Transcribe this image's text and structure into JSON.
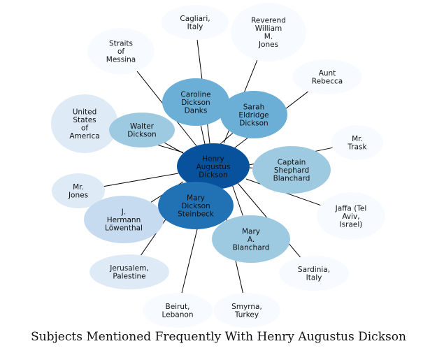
{
  "title": "Subjects Mentioned Frequently With Henry Augustus Dickson",
  "center": {
    "id": "henry",
    "label": [
      "Henry",
      "Augustus",
      "Dickson"
    ],
    "color": "#08519c"
  },
  "nodes": [
    {
      "id": "cagliari",
      "label": [
        "Cagliari,",
        "Italy"
      ],
      "color": "#f7fbff"
    },
    {
      "id": "reverend",
      "label": [
        "Reverend",
        "William",
        "M.",
        "Jones"
      ],
      "color": "#f7fbff"
    },
    {
      "id": "straits",
      "label": [
        "Straits",
        "of",
        "Messina"
      ],
      "color": "#f7fbff"
    },
    {
      "id": "aunt",
      "label": [
        "Aunt",
        "Rebecca"
      ],
      "color": "#f7fbff"
    },
    {
      "id": "caroline",
      "label": [
        "Caroline",
        "Dickson",
        "Danks"
      ],
      "color": "#6baed6"
    },
    {
      "id": "sarah",
      "label": [
        "Sarah",
        "Eldridge",
        "Dickson"
      ],
      "color": "#6baed6"
    },
    {
      "id": "usa",
      "label": [
        "United",
        "States",
        "of",
        "America"
      ],
      "color": "#deebf7"
    },
    {
      "id": "walter",
      "label": [
        "Walter",
        "Dickson"
      ],
      "color": "#9ecae1"
    },
    {
      "id": "trask",
      "label": [
        "Mr.",
        "Trask"
      ],
      "color": "#f7fbff"
    },
    {
      "id": "captain",
      "label": [
        "Captain",
        "Shephard",
        "Blanchard"
      ],
      "color": "#9ecae1"
    },
    {
      "id": "mrjones",
      "label": [
        "Mr.",
        "Jones"
      ],
      "color": "#deebf7"
    },
    {
      "id": "hermann",
      "label": [
        "J.",
        "Hermann",
        "Löwenthal"
      ],
      "color": "#c6dbef"
    },
    {
      "id": "jaffa",
      "label": [
        "Jaffa (Tel",
        "Aviv,",
        "Israel)"
      ],
      "color": "#f7fbff"
    },
    {
      "id": "mary",
      "label": [
        "Mary",
        "Dickson",
        "Steinbeck"
      ],
      "color": "#2171b5"
    },
    {
      "id": "marya",
      "label": [
        "Mary",
        "A.",
        "Blanchard"
      ],
      "color": "#9ecae1"
    },
    {
      "id": "jerusalem",
      "label": [
        "Jerusalem,",
        "Palestine"
      ],
      "color": "#deebf7"
    },
    {
      "id": "sardinia",
      "label": [
        "Sardinia,",
        "Italy"
      ],
      "color": "#f7fbff"
    },
    {
      "id": "beirut",
      "label": [
        "Beirut,",
        "Lebanon"
      ],
      "color": "#f7fbff"
    },
    {
      "id": "smyrna",
      "label": [
        "Smyrna,",
        "Turkey"
      ],
      "color": "#f7fbff"
    }
  ]
}
